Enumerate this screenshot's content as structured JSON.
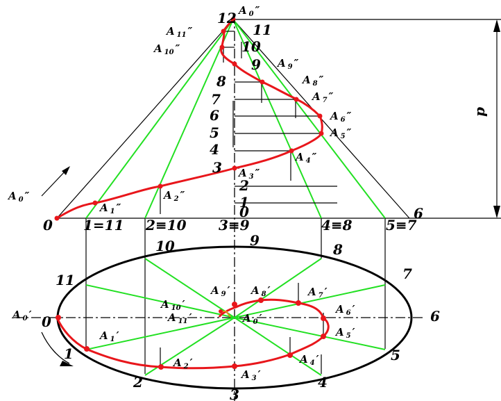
{
  "front_view": {
    "apex": {
      "label": "12",
      "point": "A₀″"
    },
    "base_labels": [
      "0",
      "1=11",
      "2≡10",
      "3≡9",
      "4≡8",
      "5≡7",
      "6"
    ],
    "axis_labels": [
      "0",
      "1",
      "2",
      "3",
      "4",
      "5",
      "6",
      "7",
      "8",
      "9",
      "10",
      "11"
    ],
    "points": [
      {
        "base": "A",
        "sub": "0",
        "prime": "″"
      },
      {
        "base": "A",
        "sub": "1",
        "prime": "″"
      },
      {
        "base": "A",
        "sub": "2",
        "prime": "″"
      },
      {
        "base": "A",
        "sub": "3",
        "prime": "″"
      },
      {
        "base": "A",
        "sub": "4",
        "prime": "″"
      },
      {
        "base": "A",
        "sub": "5",
        "prime": "″"
      },
      {
        "base": "A",
        "sub": "6",
        "prime": "″"
      },
      {
        "base": "A",
        "sub": "7",
        "prime": "″"
      },
      {
        "base": "A",
        "sub": "8",
        "prime": "″"
      },
      {
        "base": "A",
        "sub": "9",
        "prime": "″"
      },
      {
        "base": "A",
        "sub": "10",
        "prime": "″"
      },
      {
        "base": "A",
        "sub": "11",
        "prime": "″"
      }
    ],
    "pitch_label": "p"
  },
  "top_view": {
    "circle_labels": [
      "0",
      "1",
      "2",
      "3",
      "4",
      "5",
      "6",
      "7",
      "8",
      "9",
      "10",
      "11"
    ],
    "points": [
      {
        "base": "A",
        "sub": "0",
        "prime": "′"
      },
      {
        "base": "A",
        "sub": "1",
        "prime": "′"
      },
      {
        "base": "A",
        "sub": "2",
        "prime": "′"
      },
      {
        "base": "A",
        "sub": "3",
        "prime": "′"
      },
      {
        "base": "A",
        "sub": "4",
        "prime": "′"
      },
      {
        "base": "A",
        "sub": "5",
        "prime": "′"
      },
      {
        "base": "A",
        "sub": "6",
        "prime": "′"
      },
      {
        "base": "A",
        "sub": "7",
        "prime": "′"
      },
      {
        "base": "A",
        "sub": "8",
        "prime": "′"
      },
      {
        "base": "A",
        "sub": "9",
        "prime": "′"
      },
      {
        "base": "A",
        "sub": "10",
        "prime": "′"
      },
      {
        "base": "A",
        "sub": "11",
        "prime": "′"
      }
    ],
    "center_point": {
      "base": "A",
      "sub": "0",
      "prime": "′"
    }
  },
  "colors": {
    "helix": "#e8161b",
    "generators": "#22e022",
    "outline": "#000000"
  }
}
